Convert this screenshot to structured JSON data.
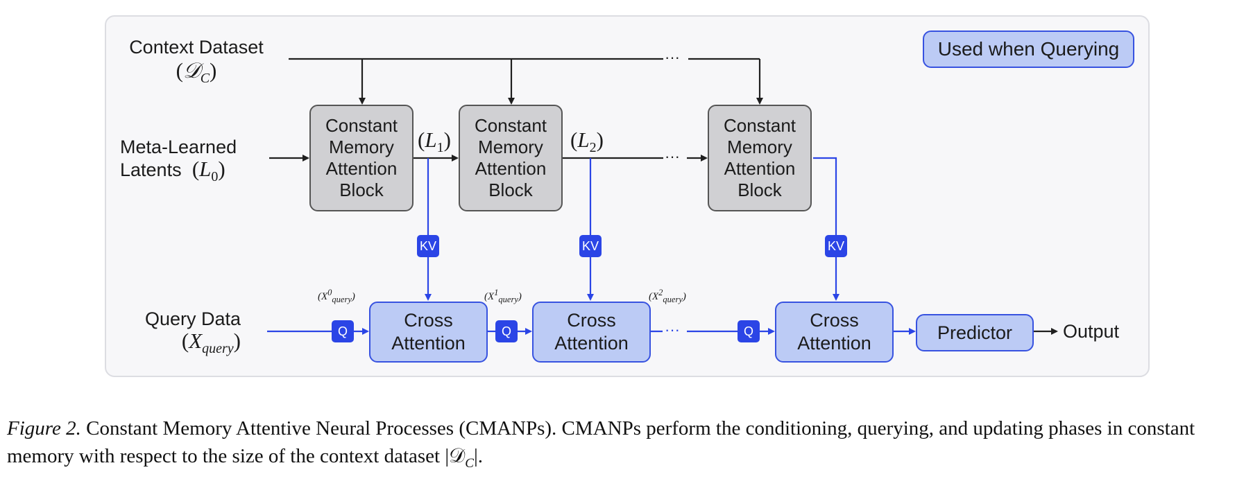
{
  "legend": "Used when Querying",
  "inputs": {
    "context_title": "Context Dataset",
    "latents_line1": "Meta-Learned",
    "latents_line2": "Latents",
    "query_title": "Query Data"
  },
  "blocks": [
    {
      "line1": "Constant",
      "line2": "Memory",
      "line3": "Attention",
      "line4": "Block"
    },
    {
      "line1": "Constant",
      "line2": "Memory",
      "line3": "Attention",
      "line4": "Block"
    },
    {
      "line1": "Constant",
      "line2": "Memory",
      "line3": "Attention",
      "line4": "Block"
    }
  ],
  "cross_attention": [
    {
      "line1": "Cross",
      "line2": "Attention"
    },
    {
      "line1": "Cross",
      "line2": "Attention"
    },
    {
      "line1": "Cross",
      "line2": "Attention"
    }
  ],
  "kv_label": "KV",
  "q_label": "Q",
  "predictor": "Predictor",
  "output": "Output",
  "ellipsis": "···",
  "latent_labels": [
    "L",
    "1",
    "L",
    "2"
  ],
  "caption": {
    "figure": "Figure 2.",
    "text": " Constant Memory Attentive Neural Processes (CMANPs). CMANPs perform the conditioning, querying, and updating phases in constant memory with respect to the size of the context dataset |𝒟",
    "subscript": "C",
    "end": "|."
  },
  "colors": {
    "blue": "#2b45e6",
    "light_blue": "#bccbf5",
    "gray_block": "#d0d0d3",
    "frame": "#f7f7f9"
  }
}
